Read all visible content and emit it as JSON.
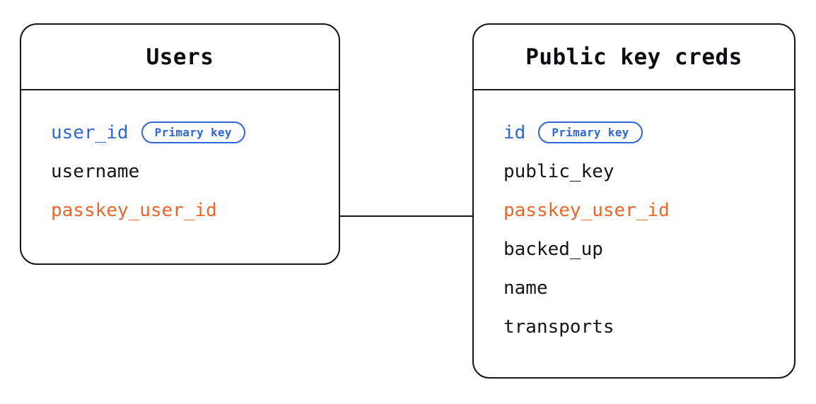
{
  "diagram": {
    "type": "entity-relationship-diagram",
    "background_color": "#ffffff",
    "colors": {
      "stroke": "#15161a",
      "primary_key": "#2f66dd",
      "foreign_key": "#e8682c",
      "text": "#15161a"
    },
    "entities": [
      {
        "id": "users",
        "title": "Users",
        "fields": [
          {
            "name": "user_id",
            "role": "pk",
            "badge": "Primary key"
          },
          {
            "name": "username",
            "role": "plain",
            "badge": null
          },
          {
            "name": "passkey_user_id",
            "role": "fk",
            "badge": null
          }
        ]
      },
      {
        "id": "public_key_creds",
        "title": "Public key creds",
        "fields": [
          {
            "name": "id",
            "role": "pk",
            "badge": "Primary key"
          },
          {
            "name": "public_key",
            "role": "plain",
            "badge": null
          },
          {
            "name": "passkey_user_id",
            "role": "fk",
            "badge": null
          },
          {
            "name": "backed_up",
            "role": "plain",
            "badge": null
          },
          {
            "name": "name",
            "role": "plain",
            "badge": null
          },
          {
            "name": "transports",
            "role": "plain",
            "badge": null
          }
        ]
      }
    ],
    "relationships": [
      {
        "id": "users-to-public-key-creds",
        "from": "users",
        "from_field": "passkey_user_id",
        "to": "public_key_creds",
        "to_field": "passkey_user_id"
      }
    ]
  }
}
